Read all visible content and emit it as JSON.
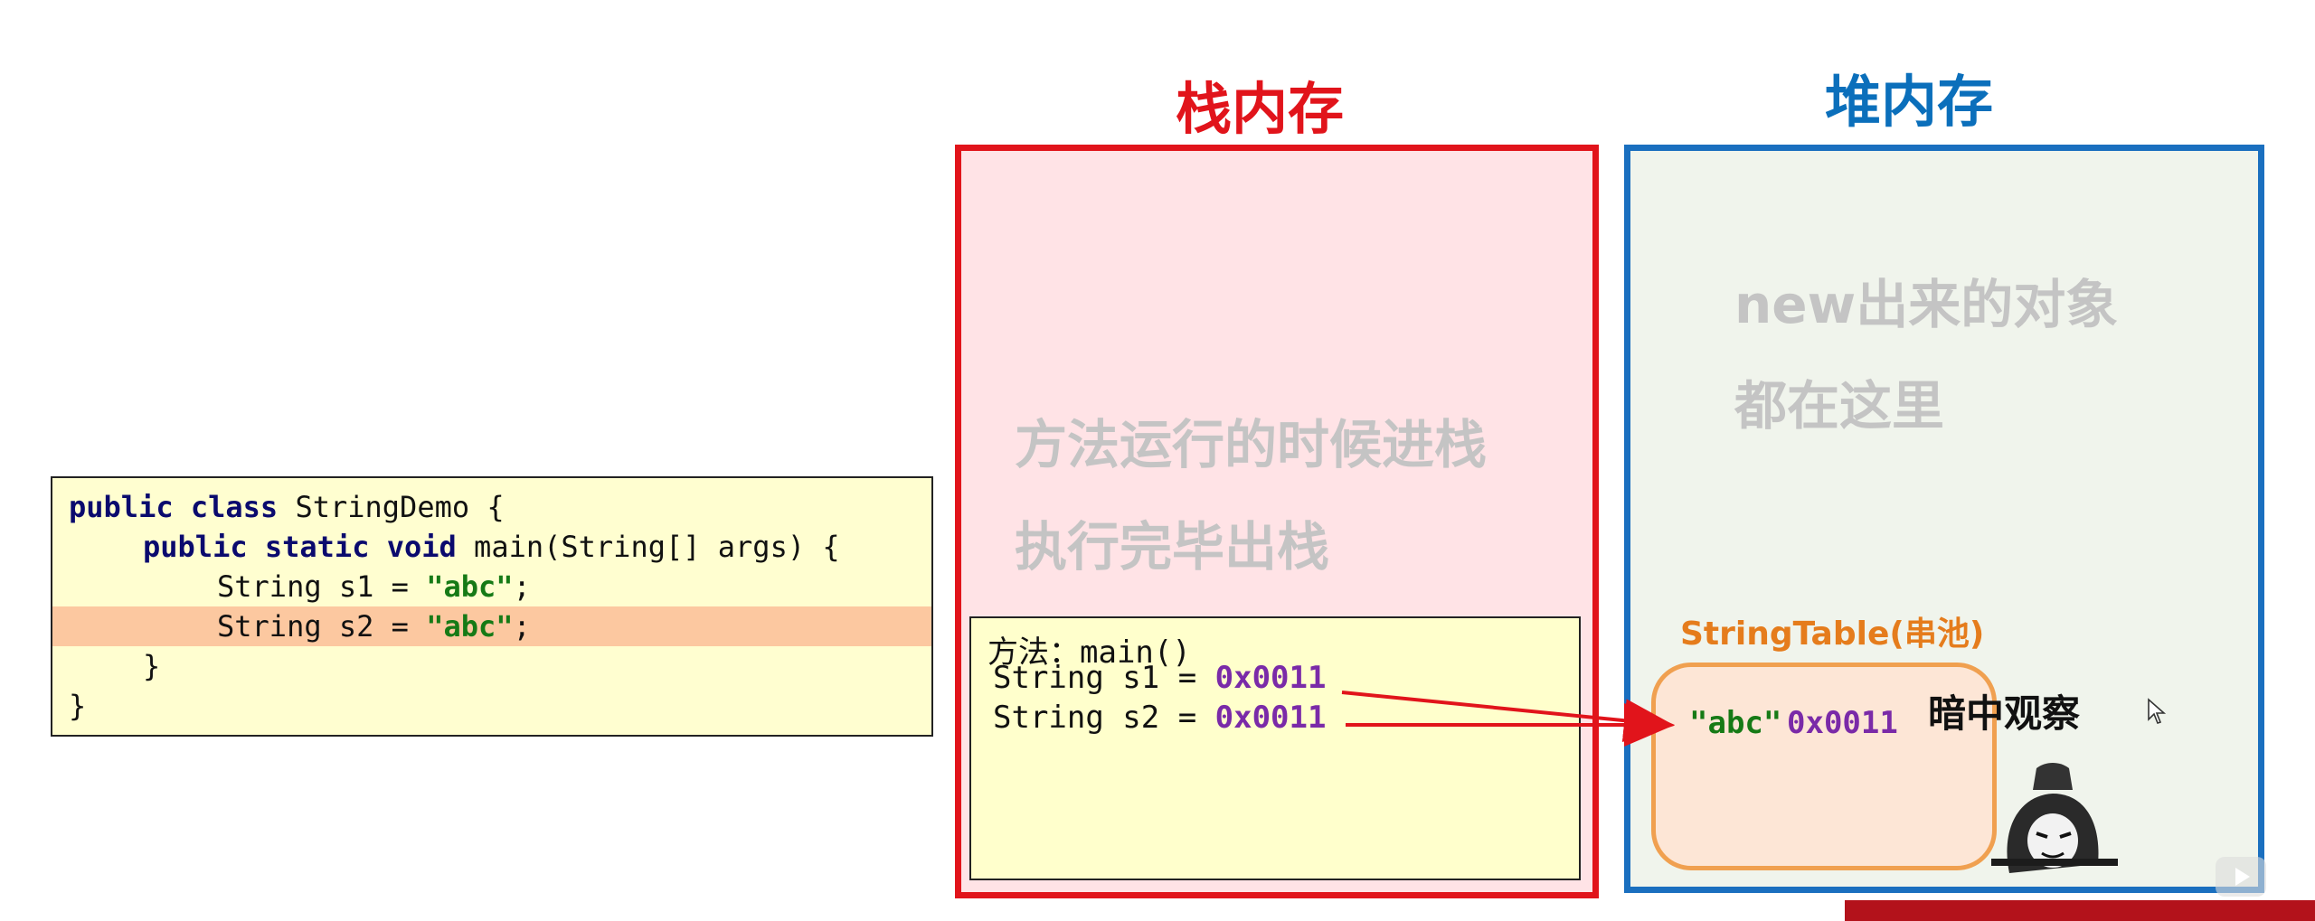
{
  "code": {
    "lines": [
      {
        "indent": 0,
        "parts": [
          {
            "t": "public class",
            "c": "kw"
          },
          {
            "t": " StringDemo {",
            "c": ""
          }
        ]
      },
      {
        "indent": 1,
        "parts": [
          {
            "t": "public static void",
            "c": "kw"
          },
          {
            "t": " main(String[] args) {",
            "c": ""
          }
        ]
      },
      {
        "indent": 2,
        "parts": [
          {
            "t": "String s1 = ",
            "c": ""
          },
          {
            "t": "\"abc\"",
            "c": "str"
          },
          {
            "t": ";",
            "c": ""
          }
        ]
      },
      {
        "indent": 2,
        "parts": [
          {
            "t": "String s2 = ",
            "c": ""
          },
          {
            "t": "\"abc\"",
            "c": "str"
          },
          {
            "t": ";",
            "c": ""
          }
        ],
        "highlight": true
      },
      {
        "indent": 1,
        "parts": [
          {
            "t": "}",
            "c": ""
          }
        ]
      },
      {
        "indent": 0,
        "parts": [
          {
            "t": "}",
            "c": ""
          }
        ]
      }
    ]
  },
  "stack": {
    "title": "栈内存",
    "note_1": "方法运行的时候进栈",
    "note_2": "执行完毕出栈",
    "frame_title": "方法：main()",
    "var_1": "String s1 = ",
    "var_1_addr": "0x0011",
    "var_2": "String s2 = ",
    "var_2_addr": "0x0011"
  },
  "heap": {
    "title": "堆内存",
    "note_1": "new出来的对象",
    "note_2": "都在这里",
    "pool_label": "StringTable(串池)",
    "pool_string": "\"abc\"",
    "pool_addr": "0x0011"
  },
  "observe_caption": "暗中观察",
  "colors": {
    "stack": "#e1141b",
    "heap": "#0b6fbb",
    "pool": "#e57c1c",
    "address": "#7a2aa8",
    "string_literal": "#167a16"
  },
  "icons": [
    "cursor-icon",
    "meme-sticker-icon",
    "play-icon"
  ]
}
